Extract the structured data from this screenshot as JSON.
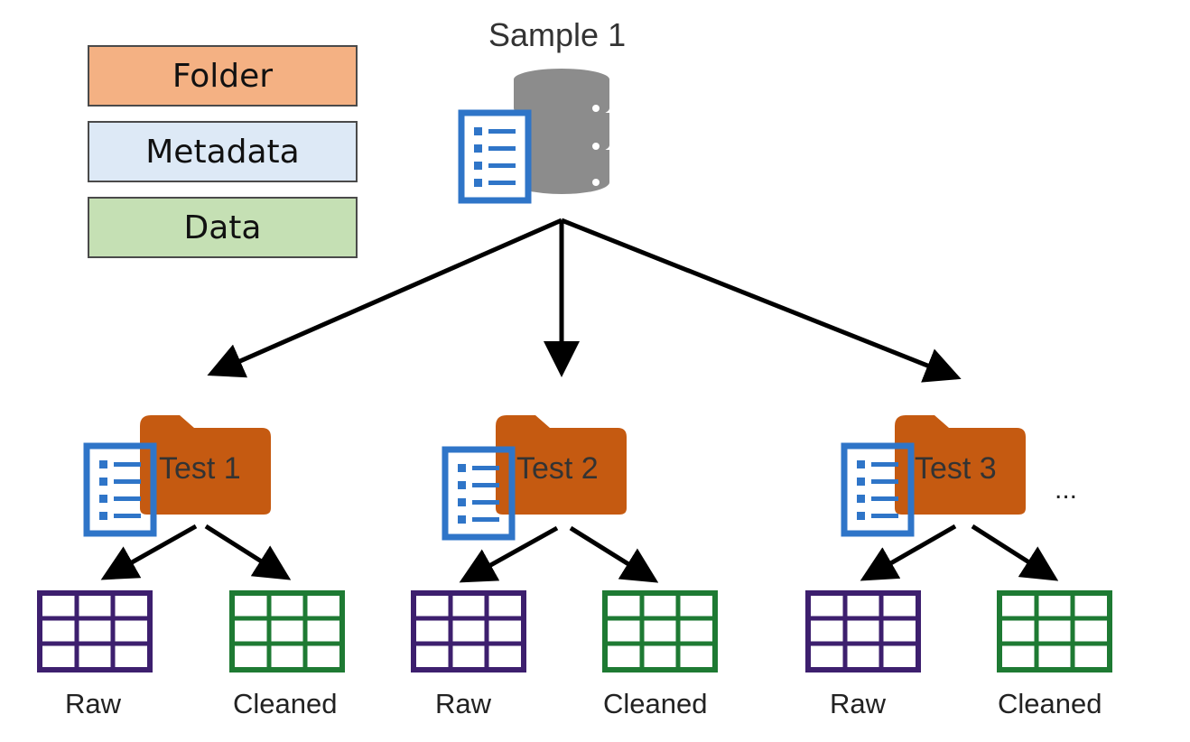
{
  "legend": {
    "folder": {
      "label": "Folder",
      "color": "#f4b183"
    },
    "metadata": {
      "label": "Metadata",
      "color": "#dde9f6"
    },
    "data": {
      "label": "Data",
      "color": "#c5e0b4"
    }
  },
  "root": {
    "label": "Sample 1"
  },
  "tests": [
    {
      "label": "Test 1",
      "raw_label": "Raw",
      "cleaned_label": "Cleaned"
    },
    {
      "label": "Test 2",
      "raw_label": "Raw",
      "cleaned_label": "Cleaned"
    },
    {
      "label": "Test 3",
      "raw_label": "Raw",
      "cleaned_label": "Cleaned"
    }
  ],
  "more_indicator": "...",
  "colors": {
    "folder": "#c55a11",
    "metadata_icon": "#2f75c8",
    "database": "#8c8c8c",
    "raw_table": "#3d1f6e",
    "cleaned_table": "#1e7a33",
    "arrow": "#000000"
  },
  "icons": {
    "root": "database-icon",
    "root_meta": "metadata-icon",
    "test": "folder-icon",
    "test_meta": "metadata-icon",
    "raw": "table-icon",
    "cleaned": "table-icon"
  }
}
